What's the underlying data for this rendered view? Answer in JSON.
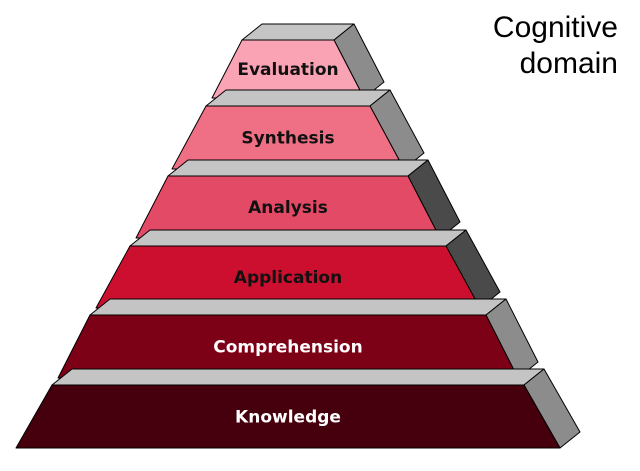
{
  "title": {
    "line1": "Cognitive",
    "line2": "domain"
  },
  "levels": [
    {
      "label": "Evaluation",
      "fill": "#f9a3b4",
      "text_color": "#111111"
    },
    {
      "label": "Synthesis",
      "fill": "#ef6f85",
      "text_color": "#111111"
    },
    {
      "label": "Analysis",
      "fill": "#e34a66",
      "text_color": "#111111"
    },
    {
      "label": "Application",
      "fill": "#cc0f2e",
      "text_color": "#111111"
    },
    {
      "label": "Comprehension",
      "fill": "#7c0016",
      "text_color": "#ffffff"
    },
    {
      "label": "Knowledge",
      "fill": "#46000d",
      "text_color": "#ffffff"
    }
  ],
  "colors": {
    "side_light": "#8c8c8c",
    "side_dark": "#4a4a4a",
    "top_face": "#c4c4c4",
    "outline": "#000000"
  }
}
